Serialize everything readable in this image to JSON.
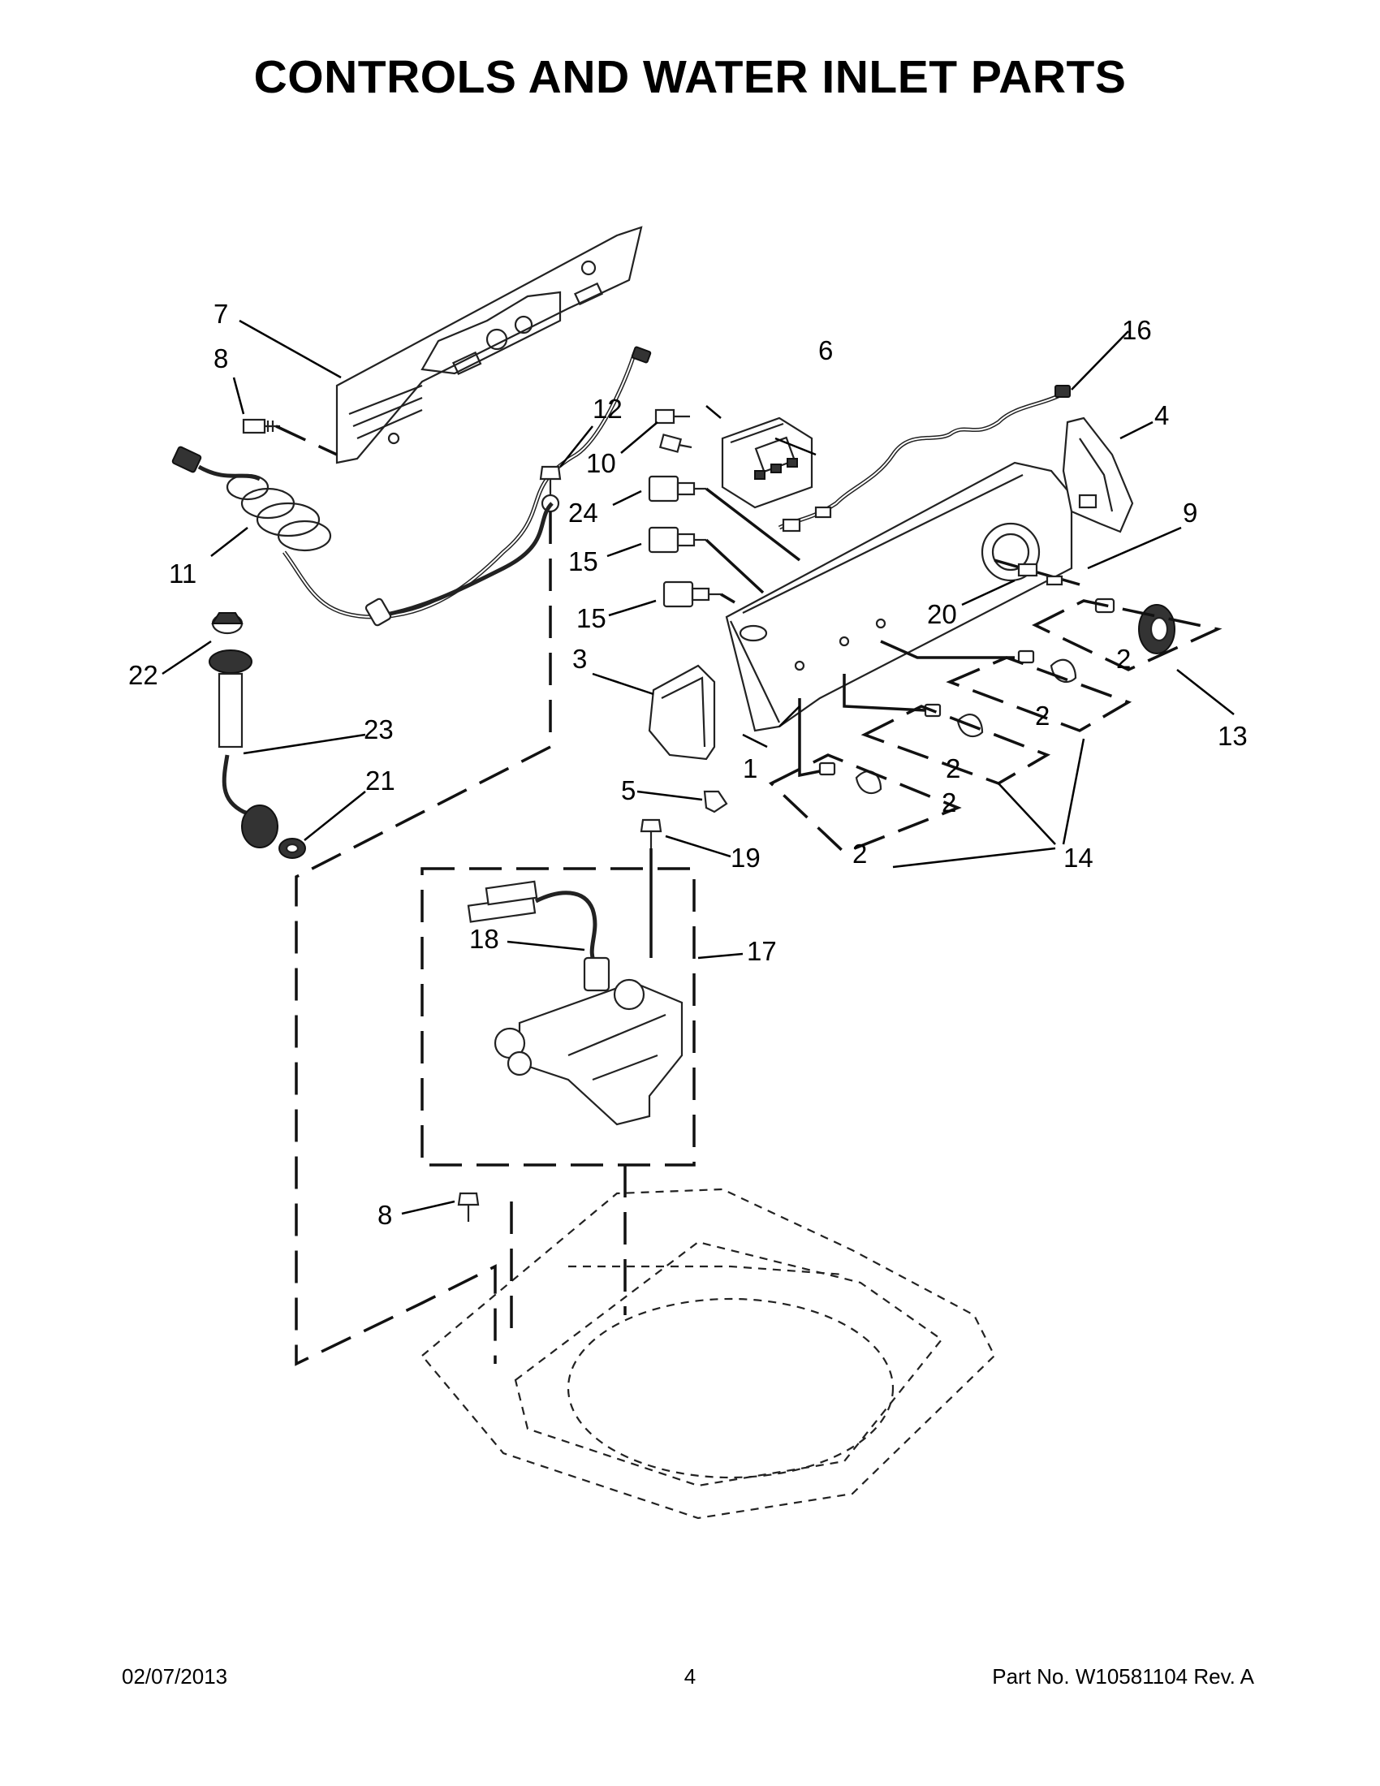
{
  "header": {
    "title": "CONTROLS AND WATER INLET PARTS"
  },
  "callouts": {
    "c1": "1",
    "c2a": "2",
    "c2b": "2",
    "c2c": "2",
    "c2d": "2",
    "c2e": "2",
    "c3": "3",
    "c4": "4",
    "c5": "5",
    "c6": "6",
    "c7": "7",
    "c8a": "8",
    "c8b": "8",
    "c9": "9",
    "c10": "10",
    "c11": "11",
    "c12": "12",
    "c13": "13",
    "c14": "14",
    "c15a": "15",
    "c15b": "15",
    "c16": "16",
    "c17": "17",
    "c18": "18",
    "c19": "19",
    "c20": "20",
    "c21": "21",
    "c22": "22",
    "c23": "23",
    "c24": "24"
  },
  "footer": {
    "date": "02/07/2013",
    "page": "4",
    "part_number": "Part No.  W10581104  Rev.  A"
  }
}
